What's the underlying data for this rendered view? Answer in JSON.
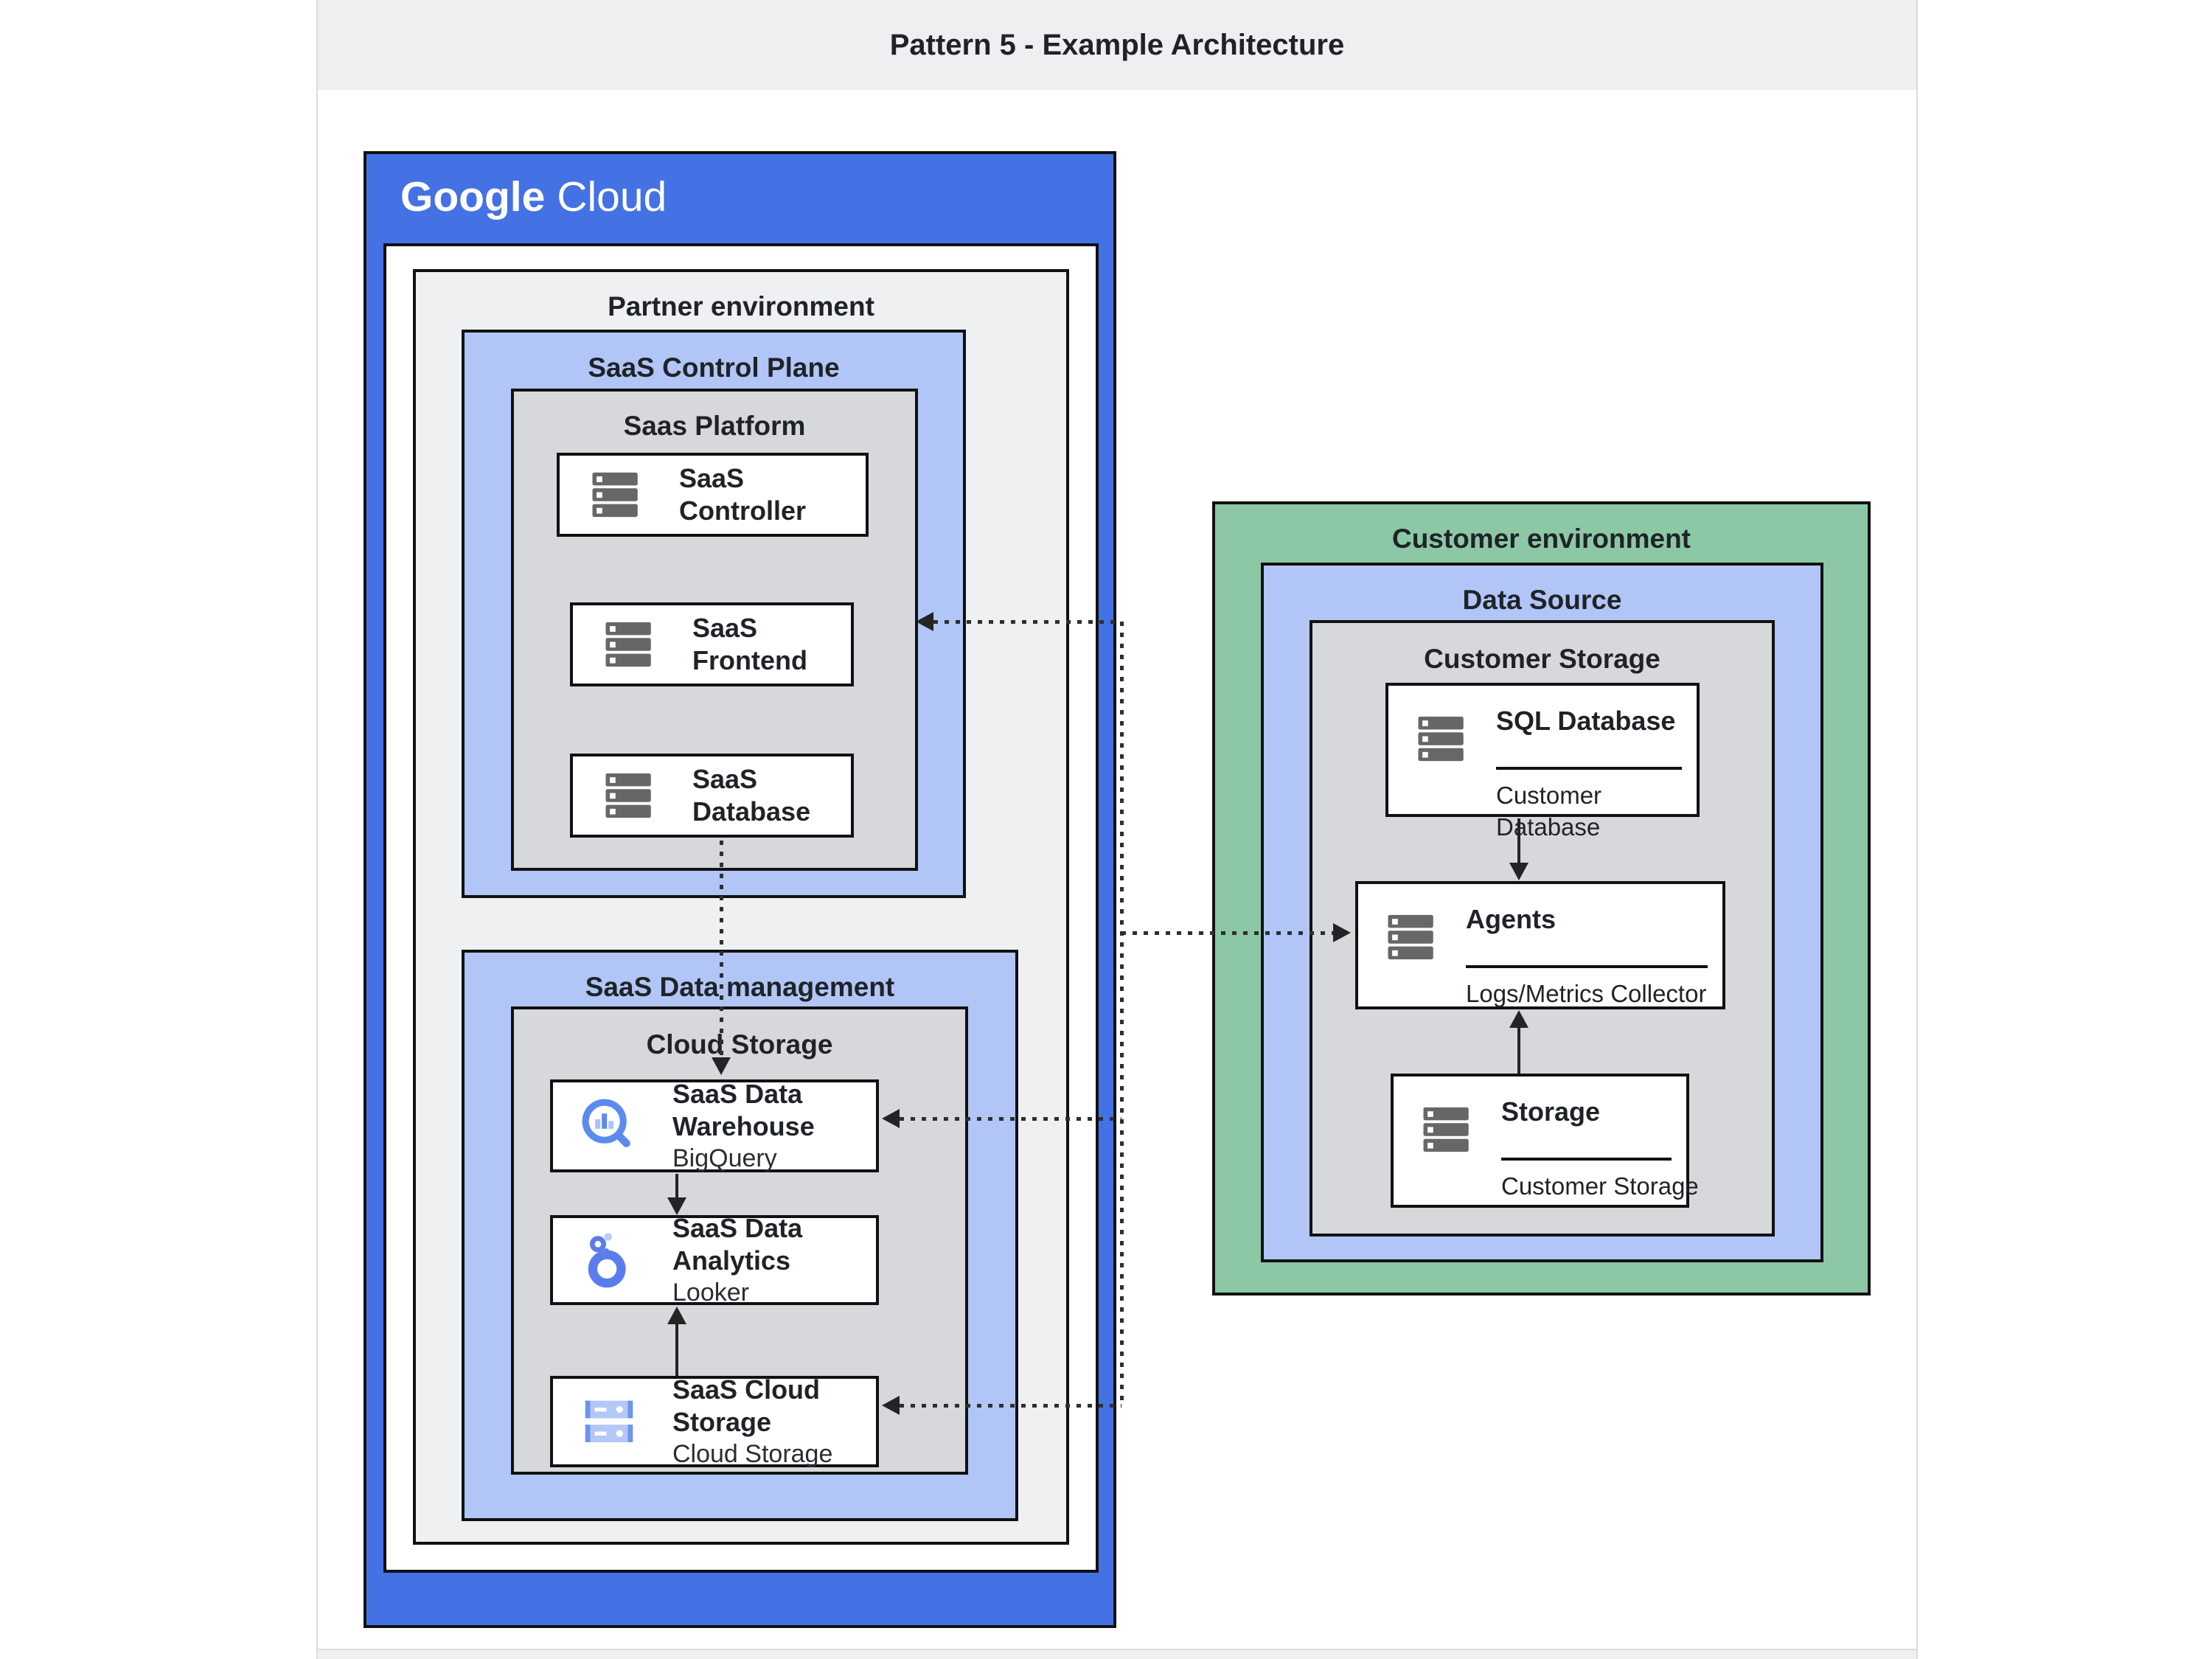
{
  "page": {
    "title": "Pattern 5 - Example Architecture"
  },
  "brand": {
    "google": "Google",
    "cloud": "Cloud"
  },
  "containers": {
    "partner_environment": {
      "label": "Partner environment"
    },
    "saas_control_plane": {
      "label": "SaaS Control Plane"
    },
    "saas_platform": {
      "label": "Saas Platform"
    },
    "saas_data_management": {
      "label": "SaaS Data management"
    },
    "cloud_storage": {
      "label": "Cloud Storage"
    },
    "customer_environment": {
      "label": "Customer environment"
    },
    "data_source": {
      "label": "Data Source"
    },
    "customer_storage": {
      "label": "Customer Storage"
    }
  },
  "cards": {
    "saas_controller": {
      "title": "SaaS Controller",
      "icon": "server-icon"
    },
    "saas_frontend": {
      "title": "SaaS Frontend",
      "icon": "server-icon"
    },
    "saas_database": {
      "title": "SaaS Database",
      "icon": "server-icon"
    },
    "saas_data_warehouse": {
      "title": "SaaS Data Warehouse",
      "subtitle": "BigQuery",
      "icon": "bigquery-icon"
    },
    "saas_data_analytics": {
      "title": "SaaS Data Analytics",
      "subtitle": "Looker",
      "icon": "looker-icon"
    },
    "saas_cloud_storage": {
      "title": "SaaS Cloud Storage",
      "subtitle": "Cloud Storage",
      "icon": "cloud-storage-icon"
    },
    "sql_database": {
      "title": "SQL Database",
      "subtitle": "Customer Database",
      "icon": "server-icon"
    },
    "agents": {
      "title": "Agents",
      "subtitle": "Logs/Metrics Collector",
      "icon": "server-icon"
    },
    "storage": {
      "title": "Storage",
      "subtitle": "Customer Storage",
      "icon": "server-icon"
    }
  },
  "colors": {
    "google_blue": "#4472e4",
    "periwinkle": "#b1c6f6",
    "container_gray": "#d7d8db",
    "environment_gray": "#eef0f2",
    "customer_green": "#8cc8a5",
    "card_white": "#ffffff",
    "border_black": "#111111",
    "titlebar_gray": "#edeff1",
    "icon_gray": "#676767",
    "icon_blue": "#5c8bef",
    "icon_light_blue": "#b3c8f7",
    "text_dark": "#1f2328"
  }
}
